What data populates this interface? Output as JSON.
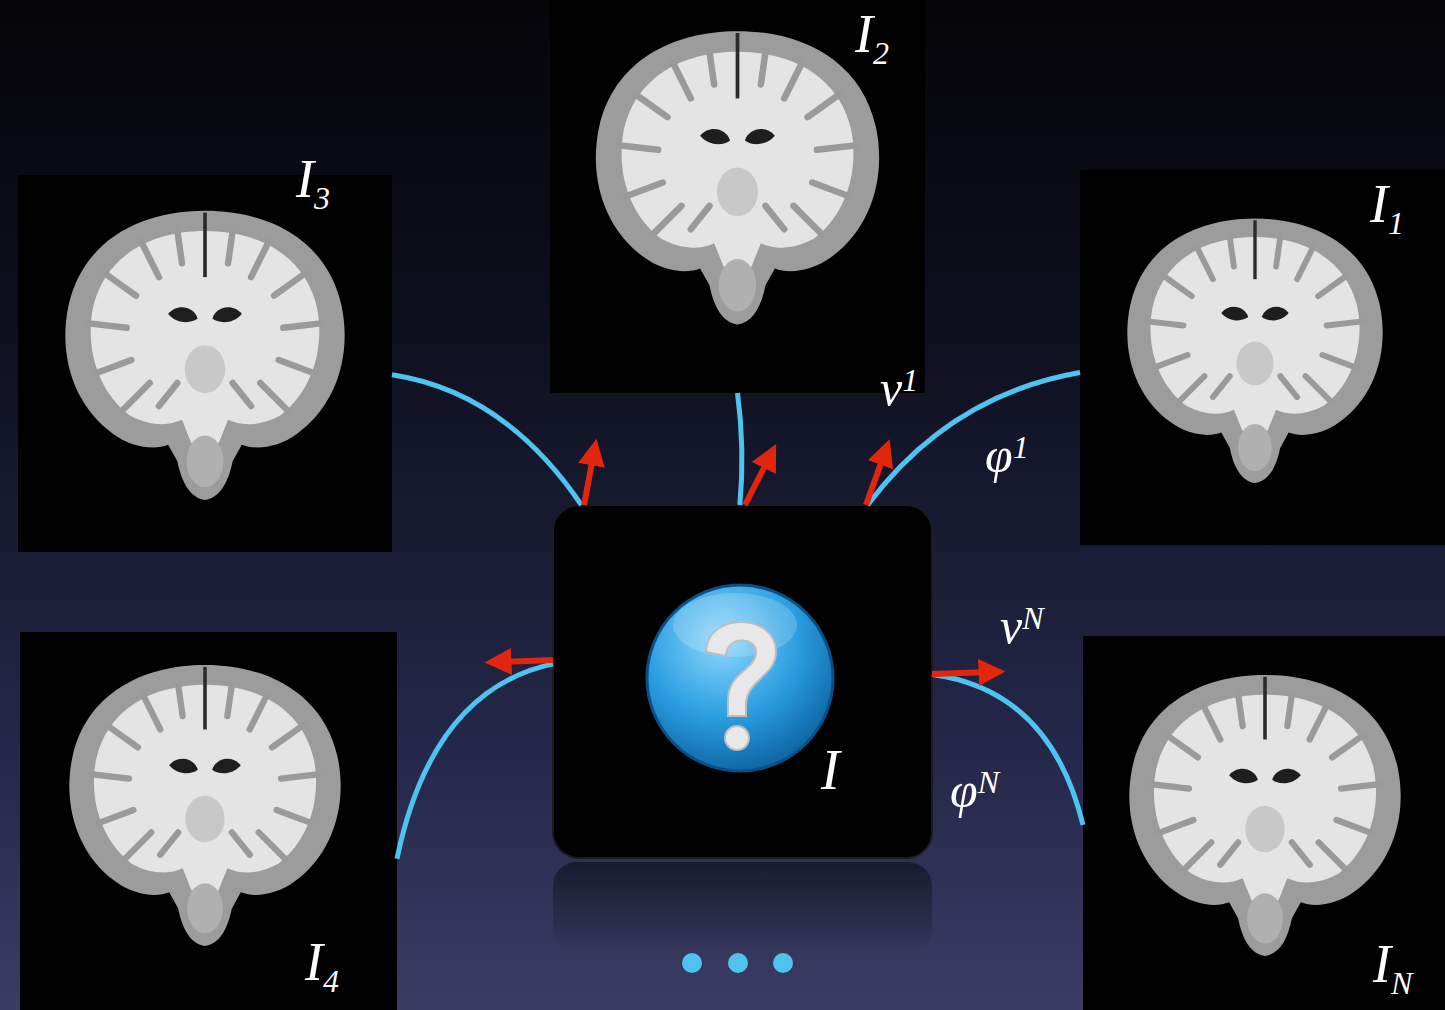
{
  "diagram": {
    "nodes": [
      {
        "text": [
          "I2"
        ]
      },
      {
        "text": [
          "I3"
        ]
      },
      {
        "text": [
          "I1"
        ]
      },
      {
        "text": [
          "I"
        ]
      },
      {
        "text": [
          "I4"
        ]
      },
      {
        "text": [
          "IN"
        ]
      }
    ],
    "edges": [
      {
        "from": 3,
        "to": 0,
        "arrow": "none"
      },
      {
        "from": 3,
        "to": 1,
        "arrow": "none"
      },
      {
        "from": 3,
        "to": 2,
        "arrow": "none"
      },
      {
        "from": 3,
        "to": 4,
        "arrow": "none"
      },
      {
        "from": 3,
        "to": 5,
        "arrow": "none"
      }
    ],
    "labels": [
      "v1",
      "φ1",
      "vN",
      "φN"
    ]
  }
}
